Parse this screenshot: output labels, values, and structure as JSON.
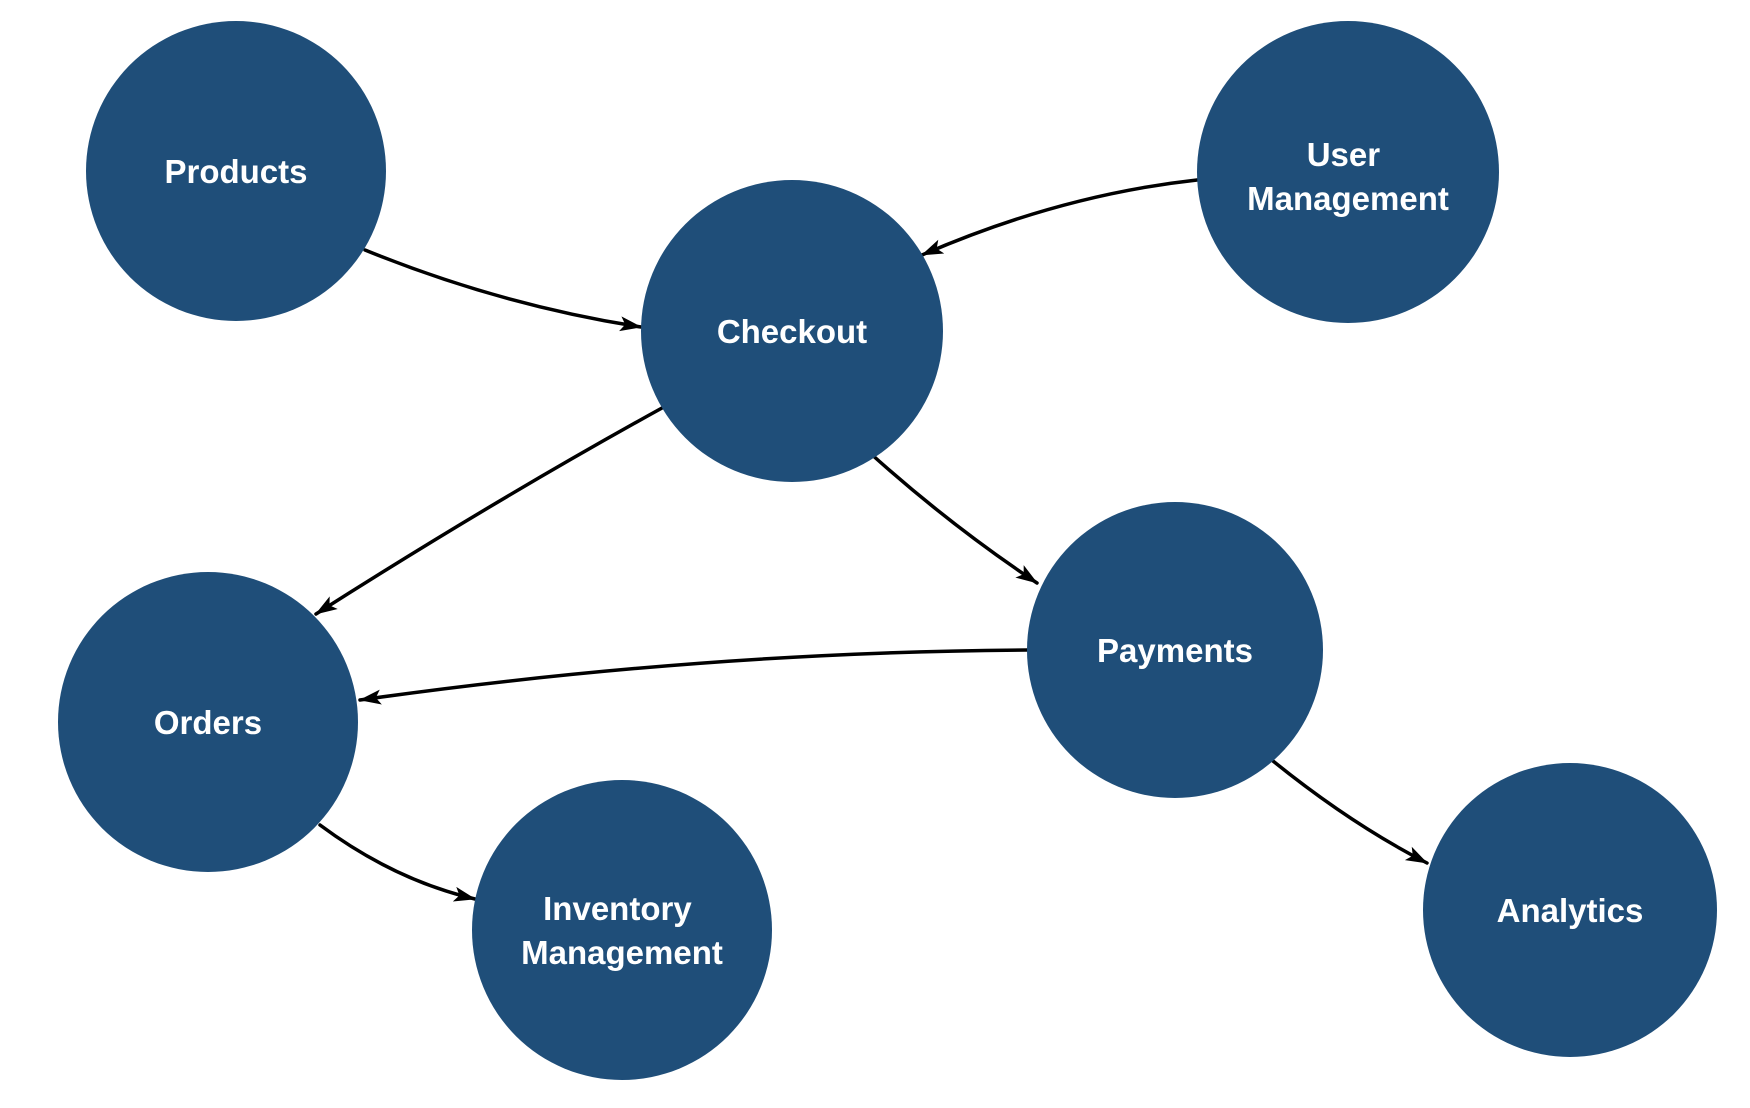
{
  "diagram": {
    "type": "directed-graph",
    "colors": {
      "background": "#ffffff",
      "node_fill": "#1f4e79",
      "node_text": "#ffffff",
      "edge": "#000000"
    },
    "nodes": [
      {
        "id": "products",
        "label": "Products"
      },
      {
        "id": "checkout",
        "label": "Checkout"
      },
      {
        "id": "user-management",
        "label": "User Management",
        "lines": [
          "User",
          "Management"
        ]
      },
      {
        "id": "orders",
        "label": "Orders"
      },
      {
        "id": "payments",
        "label": "Payments"
      },
      {
        "id": "inventory-management",
        "label": "Inventory Management",
        "lines": [
          "Inventory",
          "Management"
        ]
      },
      {
        "id": "analytics",
        "label": "Analytics"
      }
    ],
    "edges": [
      {
        "from": "Products",
        "to": "Checkout"
      },
      {
        "from": "User Management",
        "to": "Checkout"
      },
      {
        "from": "Checkout",
        "to": "Orders"
      },
      {
        "from": "Checkout",
        "to": "Payments"
      },
      {
        "from": "Payments",
        "to": "Orders"
      },
      {
        "from": "Orders",
        "to": "Inventory Management"
      },
      {
        "from": "Payments",
        "to": "Analytics"
      }
    ]
  }
}
